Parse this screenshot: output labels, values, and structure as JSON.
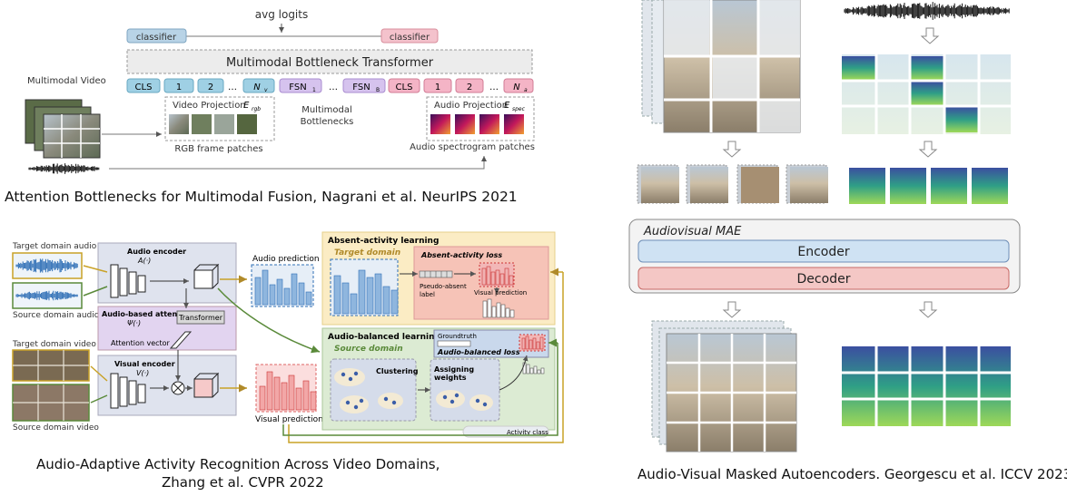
{
  "top_left": {
    "avg_logits": "avg logits",
    "classifier_left": "classifier",
    "classifier_right": "classifier",
    "mbt": "Multimodal Bottleneck Transformer",
    "multimodal_video": "Multimodal Video",
    "tokens_video": [
      "CLS",
      "1",
      "2",
      "…",
      "N"
    ],
    "tokens_fsn": [
      "FSN",
      "…",
      "FSN"
    ],
    "tokens_audio": [
      "CLS",
      "1",
      "2",
      "…",
      "N"
    ],
    "video_proj": "Video Projection",
    "video_proj_sym": "E",
    "video_proj_sub": "rgb",
    "audio_proj": "Audio Projection",
    "audio_proj_sym": "E",
    "audio_proj_sub": "spec",
    "mm_bottlenecks_1": "Multimodal",
    "mm_bottlenecks_2": "Bottlenecks",
    "rgb_patches": "RGB frame patches",
    "spec_patches": "Audio spectrogram patches",
    "caption": "Attention Bottlenecks for Multimodal Fusion, Nagrani et al. NeurIPS 2021"
  },
  "bottom_left": {
    "target_audio": "Target domain audio",
    "source_audio": "Source domain audio",
    "target_video": "Target domain video",
    "source_video": "Source domain video",
    "audio_encoder": "Audio encoder",
    "audio_encoder_sym": "A(·)",
    "audio_attention": "Audio-based attention",
    "audio_attention_sym": "Ψ(·)",
    "transformer": "Transformer",
    "attention_vector": "Attention vector",
    "visual_encoder": "Visual  encoder",
    "visual_encoder_sym": "V(·)",
    "audio_prediction": "Audio prediction",
    "visual_prediction": "Visual prediction",
    "absent_learning": "Absent-activity learning",
    "target_domain": "Target domain",
    "absent_loss": "Absent-activity loss",
    "pseudo_absent_1": "Pseudo-absent",
    "pseudo_absent_2": "label",
    "visual_prediction_small": "Visual prediction",
    "balanced_learning": "Audio-balanced learning",
    "source_domain": "Source domain",
    "groundtruth": "Groundtruth",
    "balanced_loss": "Audio-balanced loss",
    "clustering": "Clustering",
    "assigning_1": "Assigning",
    "assigning_2": "weights",
    "activity_class": "Activity class",
    "caption_1": "Audio-Adaptive Activity Recognition Across Video Domains,",
    "caption_2": "Zhang et al. CVPR 2022"
  },
  "right": {
    "mae_title": "Audiovisual MAE",
    "encoder": "Encoder",
    "decoder": "Decoder",
    "caption": "Audio-Visual Masked Autoencoders. Georgescu et al. ICCV 2023"
  },
  "colors": {
    "classifier_blue": "#b8d3e6",
    "classifier_pink": "#f4c2cc",
    "token_blue": "#9fd0e4",
    "token_purple": "#d6c3ee",
    "token_pink": "#f4b4c6",
    "encoder_fill": "#cfe2f3",
    "decoder_fill": "#f4c7c5",
    "absent_bg": "#fbecc4",
    "balanced_bg": "#dcebd3",
    "spectro_green": "#2f9f86"
  }
}
